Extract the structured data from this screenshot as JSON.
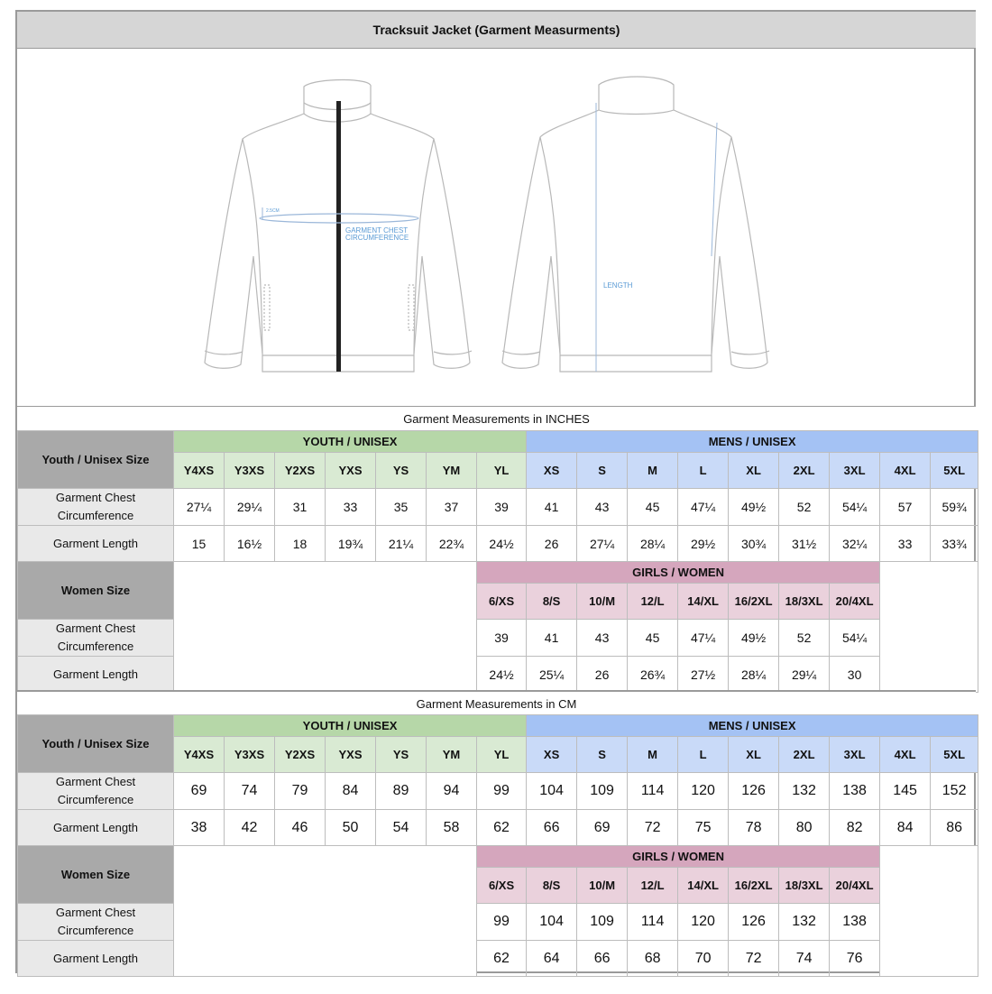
{
  "title": "Tracksuit Jacket (Garment Measurments)",
  "illustration": {
    "front_label_chest": [
      "GARMENT CHEST",
      "CIRCUMFERENCE"
    ],
    "front_label_small": "2.5CM",
    "back_label_length": "LENGTH",
    "line_color": "#9bb7d9",
    "label_color": "#5b9bd5"
  },
  "inches": {
    "section_title": "Garment Measurements in INCHES",
    "youth_size_label": "Youth / Unisex Size",
    "youth_group": "YOUTH / UNISEX",
    "mens_group": "MENS / UNISEX",
    "youth_sizes": [
      "Y4XS",
      "Y3XS",
      "Y2XS",
      "YXS",
      "YS",
      "YM",
      "YL"
    ],
    "mens_sizes": [
      "XS",
      "S",
      "M",
      "L",
      "XL",
      "2XL",
      "3XL",
      "4XL",
      "5XL"
    ],
    "chest_label": [
      "Garment Chest",
      "Circumference"
    ],
    "length_label": "Garment Length",
    "youth_chest": [
      "27¼",
      "29¼",
      "31",
      "33",
      "35",
      "37",
      "39"
    ],
    "mens_chest": [
      "41",
      "43",
      "45",
      "47¼",
      "49½",
      "52",
      "54¼",
      "57",
      "59¾"
    ],
    "youth_length": [
      "15",
      "16½",
      "18",
      "19¾",
      "21¼",
      "22¾",
      "24½"
    ],
    "mens_length": [
      "26",
      "27¼",
      "28¼",
      "29½",
      "30¾",
      "31½",
      "32¼",
      "33",
      "33¾"
    ],
    "women_size_label": "Women Size",
    "girls_group": "GIRLS / WOMEN",
    "girls_sizes": [
      "6/XS",
      "8/S",
      "10/M",
      "12/L",
      "14/XL",
      "16/2XL",
      "18/3XL",
      "20/4XL"
    ],
    "girls_chest": [
      "39",
      "41",
      "43",
      "45",
      "47¼",
      "49½",
      "52",
      "54¼"
    ],
    "girls_length": [
      "24½",
      "25¼",
      "26",
      "26¾",
      "27½",
      "28¼",
      "29¼",
      "30"
    ]
  },
  "cm": {
    "section_title": "Garment Measurements in CM",
    "youth_size_label": "Youth / Unisex Size",
    "youth_group": "YOUTH / UNISEX",
    "mens_group": "MENS / UNISEX",
    "youth_sizes": [
      "Y4XS",
      "Y3XS",
      "Y2XS",
      "YXS",
      "YS",
      "YM",
      "YL"
    ],
    "mens_sizes": [
      "XS",
      "S",
      "M",
      "L",
      "XL",
      "2XL",
      "3XL",
      "4XL",
      "5XL"
    ],
    "chest_label": [
      "Garment Chest",
      "Circumference"
    ],
    "length_label": "Garment Length",
    "youth_chest": [
      "69",
      "74",
      "79",
      "84",
      "89",
      "94",
      "99"
    ],
    "mens_chest": [
      "104",
      "109",
      "114",
      "120",
      "126",
      "132",
      "138",
      "145",
      "152"
    ],
    "youth_length": [
      "38",
      "42",
      "46",
      "50",
      "54",
      "58",
      "62"
    ],
    "mens_length": [
      "66",
      "69",
      "72",
      "75",
      "78",
      "80",
      "82",
      "84",
      "86"
    ],
    "women_size_label": "Women Size",
    "girls_group": "GIRLS / WOMEN",
    "girls_sizes": [
      "6/XS",
      "8/S",
      "10/M",
      "12/L",
      "14/XL",
      "16/2XL",
      "18/3XL",
      "20/4XL"
    ],
    "girls_chest": [
      "99",
      "104",
      "109",
      "114",
      "120",
      "126",
      "132",
      "138"
    ],
    "girls_length": [
      "62",
      "64",
      "66",
      "68",
      "70",
      "72",
      "74",
      "76"
    ]
  }
}
